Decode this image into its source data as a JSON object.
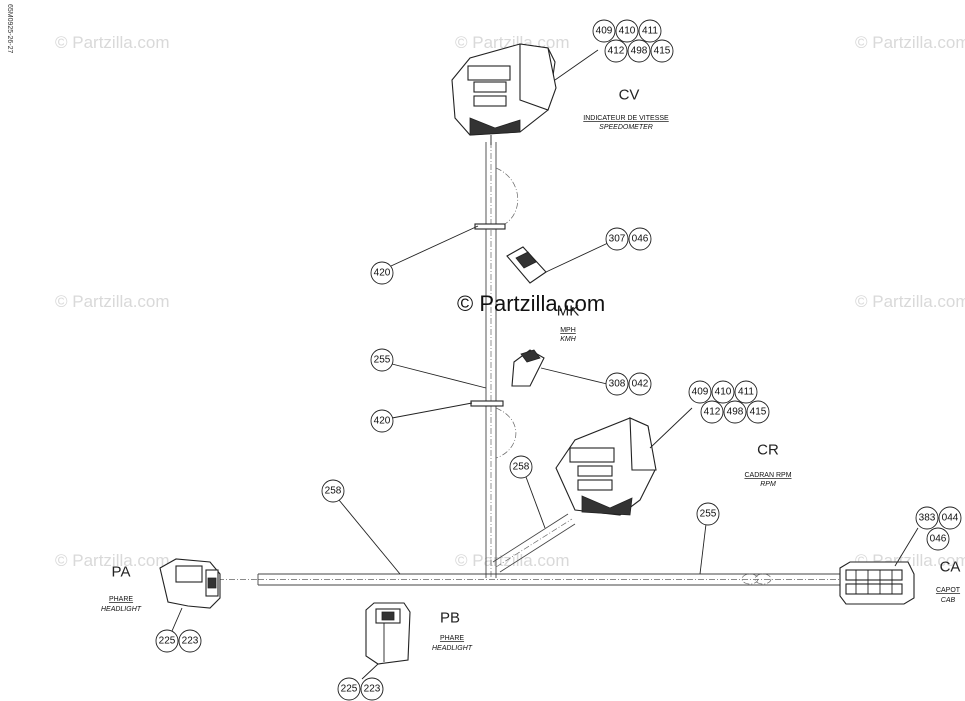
{
  "doc_id": "65M0925-26-27",
  "watermarks": [
    "© Partzilla.com",
    "© Partzilla.com",
    "© Partzilla.com",
    "© Partzilla.com",
    "© Partzilla.com",
    "© Partzilla.com",
    "© Partzilla.com",
    "© Partzilla.com"
  ],
  "center_watermark": "© Partzilla.com",
  "connectors": {
    "cv": {
      "code": "CV",
      "fr": "INDICATEUR DE VITESSE",
      "en": "SPEEDOMETER"
    },
    "mk": {
      "code": "MK",
      "fr": "MPH",
      "en": "KMH"
    },
    "cr": {
      "code": "CR",
      "fr": "CADRAN RPM",
      "en": "RPM"
    },
    "pa": {
      "code": "PA",
      "fr": "PHARE",
      "en": "HEADLIGHT"
    },
    "pb": {
      "code": "PB",
      "fr": "PHARE",
      "en": "HEADLIGHT"
    },
    "ca": {
      "code": "CA",
      "fr": "CAPOT",
      "en": "CAB"
    }
  },
  "callouts": {
    "cv_group": [
      "409",
      "410",
      "411",
      "412",
      "498",
      "415"
    ],
    "mk_top": [
      "307",
      "046"
    ],
    "mk_bottom": [
      "308",
      "042"
    ],
    "cr_group": [
      "409",
      "410",
      "411",
      "412",
      "498",
      "415"
    ],
    "ca_group": [
      "383",
      "044",
      "046"
    ],
    "pa_group": [
      "225",
      "223"
    ],
    "pb_group": [
      "225",
      "223"
    ],
    "c420_top": "420",
    "c255_left": "255",
    "c420_bottom": "420",
    "c258_left": "258",
    "c258_mid": "258",
    "c255_right": "255"
  }
}
